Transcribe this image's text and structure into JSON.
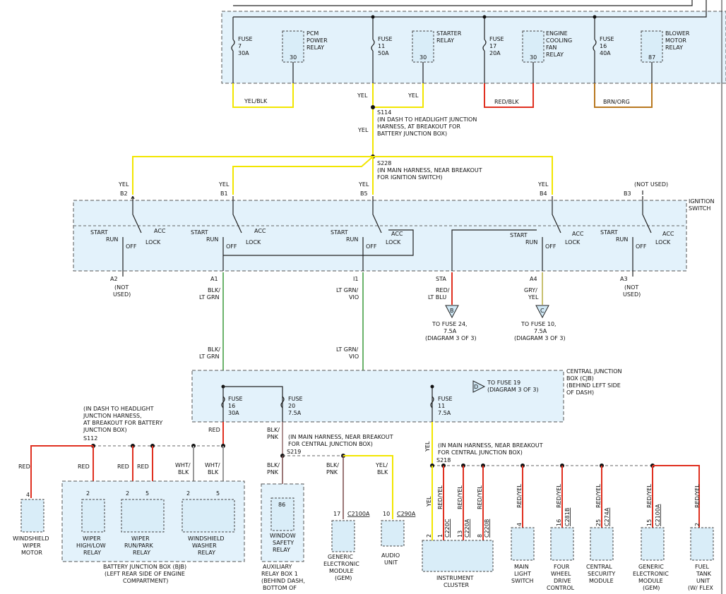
{
  "top_fuses": [
    {
      "fuse": "FUSE",
      "num": "7",
      "amp": "30A",
      "relay": [
        "PCM",
        "POWER",
        "RELAY"
      ],
      "pin": "30",
      "wire": "YEL/BLK"
    },
    {
      "fuse": "FUSE",
      "num": "11",
      "amp": "50A",
      "relay": [
        "STARTER",
        "RELAY"
      ],
      "pin": "30",
      "wire": "YEL",
      "wire2": "YEL"
    },
    {
      "fuse": "FUSE",
      "num": "17",
      "amp": "20A",
      "relay": [
        "ENGINE",
        "COOLING",
        "FAN",
        "RELAY"
      ],
      "pin": "30",
      "wire": "RED/BLK"
    },
    {
      "fuse": "FUSE",
      "num": "16",
      "amp": "40A",
      "relay": [
        "BLOWER",
        "MOTOR",
        "RELAY"
      ],
      "pin": "87",
      "wire": "BRN/ORG"
    }
  ],
  "splices": {
    "s114": [
      "S114",
      "(IN DASH TO HEADLIGHT JUNCTION",
      "HARNESS, AT BREAKOUT FOR",
      "BATTERY JUNCTION BOX)"
    ],
    "s114_wire": "YEL",
    "s228": [
      "S228",
      "(IN MAIN HARNESS, NEAR BREAKOUT",
      "FOR IGNITION SWITCH)"
    ]
  },
  "ignition": {
    "label": [
      "IGNITION",
      "SWITCH"
    ],
    "top_pins": [
      {
        "wire": "YEL",
        "pin": "B2"
      },
      {
        "wire": "YEL",
        "pin": "B1"
      },
      {
        "wire": "YEL",
        "pin": "B5"
      },
      {
        "wire": "YEL",
        "pin": "B4"
      },
      {
        "wire": "(NOT USED)",
        "pin": "B3"
      }
    ],
    "positions": {
      "start": "START",
      "run": "RUN",
      "off": "OFF",
      "acc": "ACC",
      "lock": "LOCK"
    },
    "bottom_pins": [
      {
        "pin": "A2",
        "wire": [
          "(NOT",
          "USED)"
        ]
      },
      {
        "pin": "A1",
        "wire": [
          "BLK/",
          "LT GRN"
        ]
      },
      {
        "pin": "I1",
        "wire": [
          "LT GRN/",
          "VIO"
        ]
      },
      {
        "pin": "STA",
        "wire": [
          "RED/",
          "LT BLU"
        ],
        "conn": "B",
        "dest": [
          "TO FUSE 24,",
          "7.5A",
          "(DIAGRAM 3 OF 3)"
        ]
      },
      {
        "pin": "A4",
        "wire": [
          "GRY/",
          "YEL"
        ],
        "conn": "C",
        "dest": [
          "TO FUSE 10,",
          "7.5A",
          "(DIAGRAM 3 OF 3)"
        ]
      },
      {
        "pin": "A3",
        "wire": [
          "(NOT",
          "USED)"
        ]
      }
    ]
  },
  "cjb": {
    "label": [
      "CENTRAL JUNCTION",
      "BOX (CJB)",
      "(BEHIND LEFT SIDE",
      "OF DASH)"
    ],
    "wire_a1": [
      "BLK/",
      "LT GRN"
    ],
    "wire_i1": [
      "LT GRN/",
      "VIO"
    ],
    "fuses": [
      {
        "fuse": "FUSE",
        "num": "16",
        "amp": "30A"
      },
      {
        "fuse": "FUSE",
        "num": "20",
        "amp": "7.5A"
      },
      {
        "fuse": "FUSE",
        "num": "11",
        "amp": "7.5A"
      }
    ],
    "conn_d": "D",
    "to_fuse19": [
      "TO FUSE 19",
      "(DIAGRAM 3 OF 3)"
    ]
  },
  "bjb": {
    "s112": [
      "(IN DASH TO HEADLIGHT",
      "JUNCTION HARNESS,",
      "AT BREAKOUT FOR BATTERY",
      "JUNCTION BOX)"
    ],
    "s112_id": "S112",
    "red": "RED",
    "wht_blk": [
      "WHT/",
      "BLK"
    ],
    "label": [
      "BATTERY JUNCTION BOX (BJB)",
      "(LEFT REAR SIDE OF ENGINE",
      "COMPARTMENT)"
    ],
    "motor": [
      "WINDSHIELD",
      "WIPER",
      "MOTOR"
    ],
    "motor_pin": "4",
    "relays": [
      {
        "pins": [
          "2"
        ],
        "name": [
          "WIPER",
          "HIGH/LOW",
          "RELAY"
        ]
      },
      {
        "pins": [
          "2",
          "5"
        ],
        "name": [
          "WIPER",
          "RUN/PARK",
          "RELAY"
        ]
      },
      {
        "pins": [
          "2",
          "5"
        ],
        "name": [
          "WINDSHIELD",
          "WASHER",
          "RELAY"
        ]
      }
    ]
  },
  "s219": {
    "id": "S219",
    "desc": [
      "(IN MAIN HARNESS, NEAR BREAKOUT",
      "FOR CENTRAL JUNCTION BOX)"
    ],
    "wire_in": [
      "BLK/",
      "PNK"
    ],
    "wire_out": [
      "BLK/",
      "PNK"
    ],
    "wire_gem": [
      "BLK/",
      "PNK"
    ],
    "wire_audio": [
      "YEL/",
      "BLK"
    ],
    "aux_pin": "86",
    "aux_relay": [
      "WINDOW",
      "SAFETY",
      "RELAY"
    ],
    "aux_box": [
      "AUXILIARY",
      "RELAY BOX 1",
      "(BEHIND DASH,",
      "BOTTOM OF"
    ],
    "gem_pin": "17",
    "gem_conn": "C2100A",
    "gem": [
      "GENERIC",
      "ELECTRONIC",
      "MODULE",
      "(GEM)"
    ],
    "audio_pin": "10",
    "audio_conn": "C290A",
    "audio": [
      "AUDIO",
      "UNIT"
    ]
  },
  "s218": {
    "id": "S218",
    "desc": [
      "(IN MAIN HARNESS, NEAR BREAKOUT",
      "FOR CENTRAL JUNCTION BOX)"
    ],
    "wire_in": "YEL",
    "ic_wires": [
      {
        "wire": "YEL",
        "pin": "2",
        "conn": ""
      },
      {
        "wire": "RED/YEL",
        "pin": "1",
        "conn": "C220C"
      },
      {
        "wire": "RED/YEL",
        "pin": "13",
        "conn": "C220A"
      },
      {
        "wire": "RED/YEL",
        "pin": "8",
        "conn": "C220B"
      }
    ],
    "ic": [
      "INSTRUMENT",
      "CLUSTER"
    ],
    "modules": [
      {
        "wire": "RED/YEL",
        "pin": "4",
        "conn": "",
        "name": [
          "MAIN",
          "LIGHT",
          "SWITCH"
        ]
      },
      {
        "wire": "RED/YEL",
        "pin": "16",
        "conn": "C281B",
        "name": [
          "FOUR",
          "WHEEL",
          "DRIVE",
          "CONTROL"
        ]
      },
      {
        "wire": "RED/YEL",
        "pin": "25",
        "conn": "C274A",
        "name": [
          "CENTRAL",
          "SECURITY",
          "MODULE"
        ]
      },
      {
        "wire": "RED/YEL",
        "pin": "15",
        "conn": "C2100A",
        "name": [
          "GENERIC",
          "ELECTRONIC",
          "MODULE",
          "(GEM)"
        ]
      },
      {
        "wire": "RED/YEL",
        "pin": "2",
        "conn": "",
        "name": [
          "FUEL",
          "TANK",
          "UNIT",
          "(W/ FLEX"
        ]
      }
    ]
  },
  "colors": {
    "yel": "#f2e600",
    "red": "#e03020",
    "grn": "#3a9a3a",
    "gry": "#999999",
    "brn": "#b87820",
    "box": "#e3f2fb"
  }
}
